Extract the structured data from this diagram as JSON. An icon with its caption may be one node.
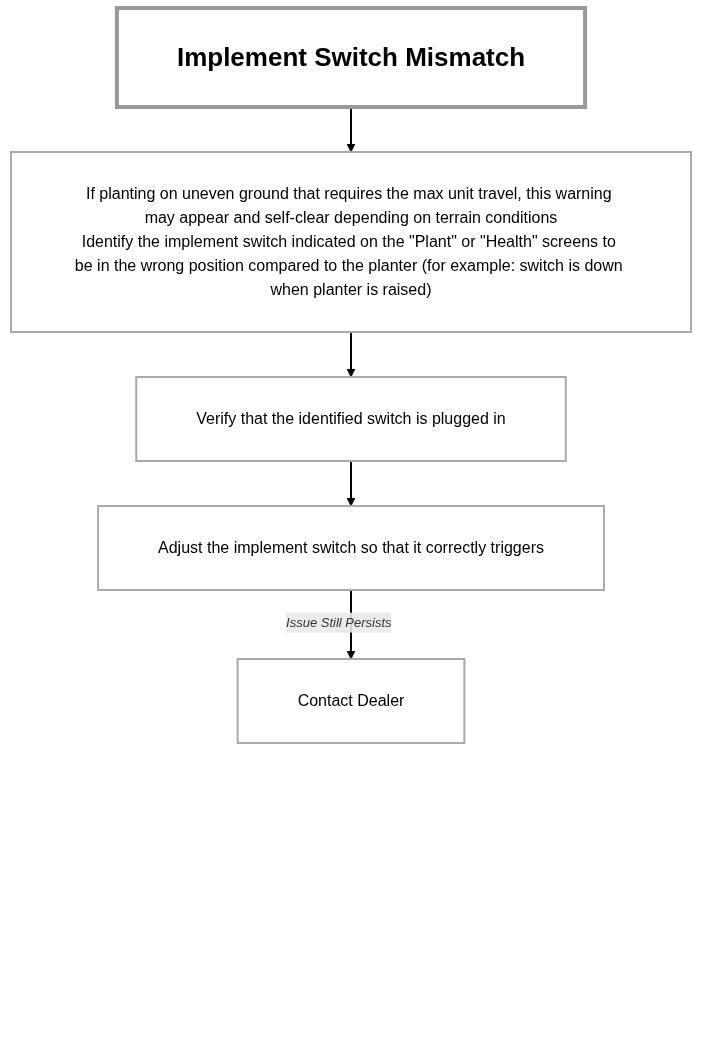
{
  "diagram": {
    "nodes": [
      {
        "text": [
          "Implement Switch Mismatch"
        ]
      },
      {
        "text": [
          "If planting on uneven ground that requires the max unit travel, this warning may appear and self-clear depending on terrain conditions",
          "Identify the implement switch indicated on the \"Plant\" or \"Health\" screens to be in the wrong position compared to the planter (for example: switch is down when planter is raised)"
        ]
      },
      {
        "text": [
          "Verify that the identified switch is plugged in"
        ]
      },
      {
        "text": [
          "Adjust the implement switch so that it correctly triggers"
        ]
      },
      {
        "text": [
          "Contact Dealer"
        ]
      }
    ],
    "edges": [
      {
        "from": 0,
        "to": 1,
        "arrow": "to"
      },
      {
        "from": 1,
        "to": 2,
        "arrow": "to"
      },
      {
        "from": 2,
        "to": 3,
        "arrow": "to"
      },
      {
        "from": 3,
        "to": 4,
        "arrow": "to",
        "label": "Issue Still Persists"
      }
    ]
  }
}
